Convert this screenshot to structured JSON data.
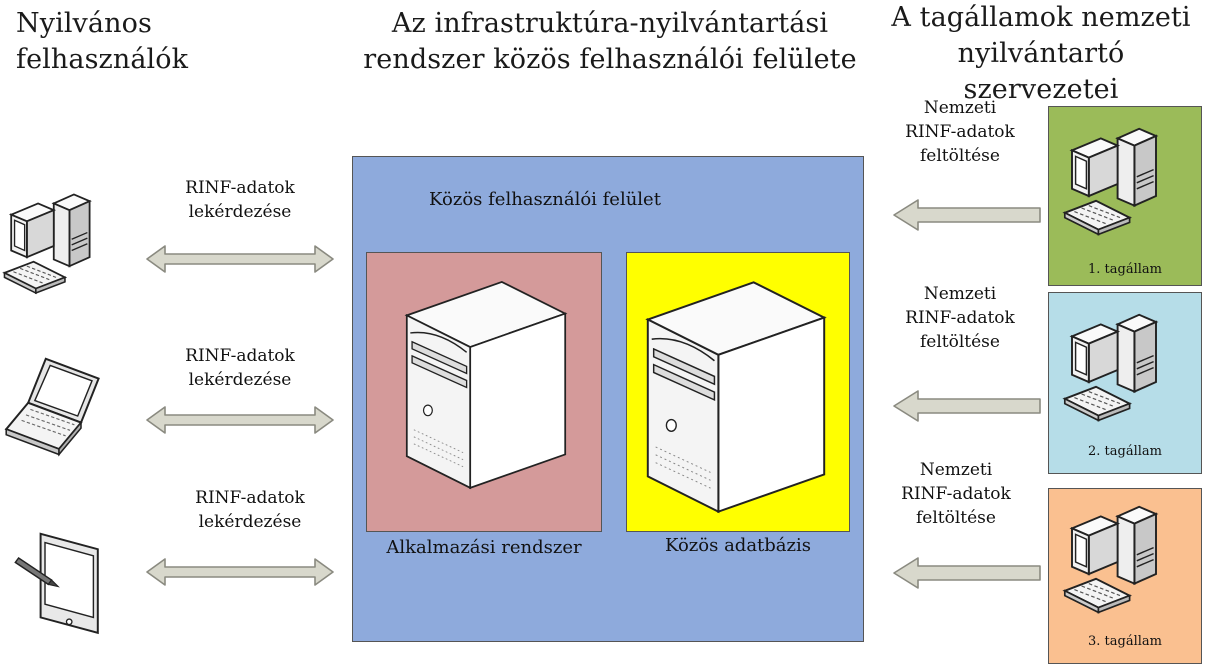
{
  "headings": {
    "left": [
      "Nyilvános",
      "felhasználók"
    ],
    "center": [
      "Az infrastruktúra-nyilvántartási",
      "rendszer közös felhasználói felülete"
    ],
    "right": [
      "A tagállamok nemzeti",
      "nyilvántartó szervezetei"
    ]
  },
  "query_labels": [
    [
      "RINF-adatok",
      "lekérdezése"
    ],
    [
      "RINF-adatok",
      "lekérdezése"
    ],
    [
      "RINF-adatok",
      "lekérdezése"
    ]
  ],
  "upload_labels": [
    [
      "Nemzeti",
      "RINF-adatok",
      "feltöltése"
    ],
    [
      "Nemzeti",
      "RINF-adatok",
      "feltöltése"
    ],
    [
      "Nemzeti",
      "RINF-adatok",
      "feltöltése"
    ]
  ],
  "center_box": {
    "title": "Közös felhasználói felület",
    "app_system": "Alkalmazási rendszer",
    "database": "Közös adatbázis"
  },
  "member_states": [
    "1. tagállam",
    "2. tagállam",
    "3. tagállam"
  ],
  "colors": {
    "center_box": "#8eaadc",
    "app_system_box": "#d49a9a",
    "database_box": "#ffff00",
    "state_1": "#9bbb59",
    "state_2": "#b6dde8",
    "state_3": "#fac090",
    "arrow_fill": "#d8d8cc",
    "arrow_stroke": "#8a8a80"
  },
  "icons": {
    "left_devices": [
      "desktop-computer-icon",
      "laptop-icon",
      "tablet-icon"
    ],
    "servers": [
      "server-icon",
      "server-icon"
    ],
    "state_devices": [
      "desktop-computer-icon",
      "desktop-computer-icon",
      "desktop-computer-icon"
    ]
  }
}
